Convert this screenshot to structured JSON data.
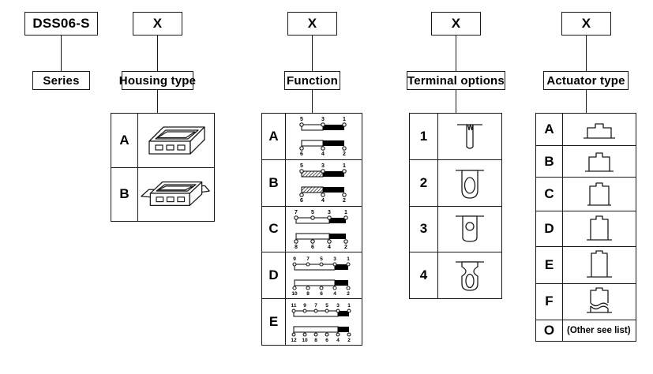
{
  "diagram": {
    "type": "part-number-ordering-code",
    "series_code": "DSS06-S",
    "placeholder": "X",
    "columns": [
      {
        "id": "series",
        "code": "DSS06-S",
        "label": "Series",
        "options": []
      },
      {
        "id": "housing",
        "code": "X",
        "label": "Housing type",
        "options": [
          {
            "key": "A",
            "icon": "switch-body-isometric-a"
          },
          {
            "key": "B",
            "icon": "switch-body-isometric-b"
          }
        ]
      },
      {
        "id": "function",
        "code": "X",
        "label": "Function",
        "options": [
          {
            "key": "A",
            "icon": "contact-diagram-2pole",
            "top_terminals": [
              "5",
              "3",
              "1"
            ],
            "bottom_terminals": [
              "6",
              "4",
              "2"
            ],
            "left_fill": "hollow"
          },
          {
            "key": "B",
            "icon": "contact-diagram-2pole",
            "top_terminals": [
              "5",
              "3",
              "1"
            ],
            "bottom_terminals": [
              "6",
              "4",
              "2"
            ],
            "left_fill": "hatched"
          },
          {
            "key": "C",
            "icon": "contact-diagram-3pole",
            "top_terminals": [
              "7",
              "5",
              "3",
              "1"
            ],
            "bottom_terminals": [
              "8",
              "6",
              "4",
              "2"
            ],
            "left_fill": "hollow"
          },
          {
            "key": "D",
            "icon": "contact-diagram-4pole",
            "top_terminals": [
              "9",
              "7",
              "5",
              "3",
              "1"
            ],
            "bottom_terminals": [
              "10",
              "8",
              "6",
              "4",
              "2"
            ],
            "left_fill": "hollow"
          },
          {
            "key": "E",
            "icon": "contact-diagram-5pole",
            "top_terminals": [
              "11",
              "9",
              "7",
              "5",
              "3",
              "1"
            ],
            "bottom_terminals": [
              "12",
              "10",
              "8",
              "6",
              "4",
              "2"
            ],
            "left_fill": "hollow"
          }
        ]
      },
      {
        "id": "terminal",
        "code": "X",
        "label": "Terminal options",
        "options": [
          {
            "key": "1",
            "icon": "terminal-straight-pin"
          },
          {
            "key": "2",
            "icon": "terminal-rounded-lug-slot"
          },
          {
            "key": "3",
            "icon": "terminal-rect-lug-hole"
          },
          {
            "key": "4",
            "icon": "terminal-waisted-lug-oval-hole"
          }
        ]
      },
      {
        "id": "actuator",
        "code": "X",
        "label": "Actuator type",
        "options": [
          {
            "key": "A",
            "icon": "actuator-cap-low"
          },
          {
            "key": "B",
            "icon": "actuator-cap-medium-low"
          },
          {
            "key": "C",
            "icon": "actuator-cap-medium"
          },
          {
            "key": "D",
            "icon": "actuator-cap-medium-tall"
          },
          {
            "key": "E",
            "icon": "actuator-cap-tall"
          },
          {
            "key": "F",
            "icon": "actuator-cap-corrugated"
          },
          {
            "key": "O",
            "icon": "actuator-other",
            "text": "(Other see list)"
          }
        ]
      }
    ]
  },
  "colors": {
    "line": "#1a1a1a",
    "fill_closed": "#000000",
    "background": "#ffffff"
  }
}
